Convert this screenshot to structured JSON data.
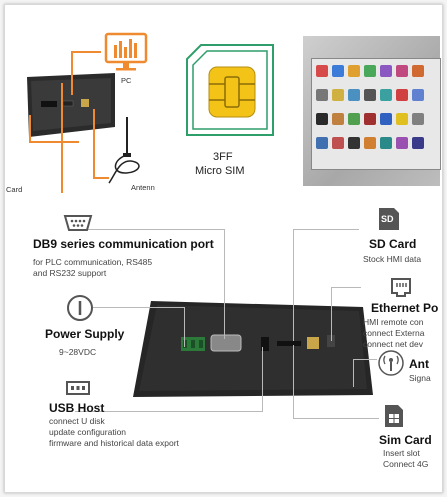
{
  "top": {
    "pc_label": "PC",
    "antenna_label": "Antenna",
    "sim_card_label": "Sim Card",
    "sim_size": "3FF",
    "sim_type": "Micro SIM"
  },
  "features": {
    "db9": {
      "title": "DB9 series communication port",
      "desc1": "for PLC communication, RS485",
      "desc2": "and RS232 support",
      "icon": "db9-port-icon"
    },
    "power": {
      "title": "Power Supply",
      "desc1": "9~28VDC",
      "icon": "power-icon"
    },
    "usb": {
      "title": "USB Host",
      "desc1": "connect U disk",
      "desc2": "update configuration",
      "desc3": "firmware and historical data export",
      "icon": "usb-icon"
    },
    "sd": {
      "title": "SD Card",
      "desc1": "Stock HMI data",
      "icon": "sd-card-icon",
      "icon_text": "SD"
    },
    "ethernet": {
      "title": "Ethernet Po",
      "desc1": "HMI remote con",
      "desc2": "connect Externa",
      "desc3": "connect net dev",
      "icon": "ethernet-icon"
    },
    "antenna": {
      "title": "Ant",
      "desc1": "Signa",
      "icon": "antenna-icon"
    },
    "sim": {
      "title": "Sim Card",
      "desc1": "Insert slot",
      "desc2": "Connect 4G",
      "icon": "sim-card-icon"
    }
  },
  "colors": {
    "accent": "#f08a30",
    "sim_green": "#2e9e6a",
    "chip_yellow": "#f3c318",
    "icon_dark": "#555555"
  }
}
